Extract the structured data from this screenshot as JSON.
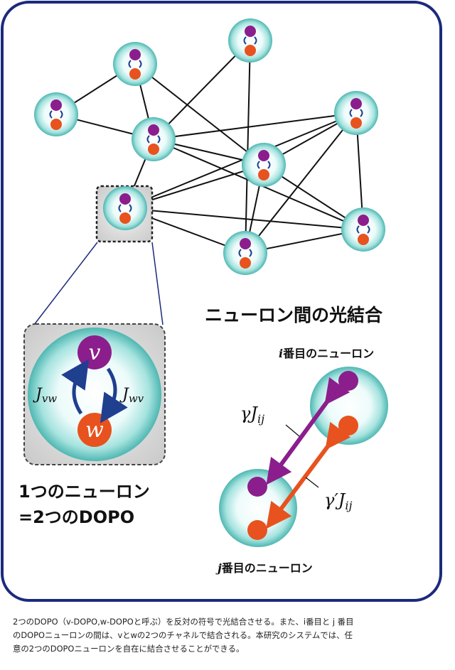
{
  "colors": {
    "frame": "#1b2a7c",
    "purple": "#8b1e8c",
    "orange": "#e8521e",
    "arrow_blue": "#1f3f8f",
    "cell_edge": "#4fb7b2",
    "cell_center": "#ffffff"
  },
  "icons": {
    "cell": "neuron-cell-icon",
    "arrow": "double-headed-arrow-icon"
  },
  "network": {
    "edges_count": 26
  },
  "magnified_neuron": {
    "v_label": "v",
    "w_label": "w",
    "j_vw_main": "J",
    "j_vw_sub": "vw",
    "j_wv_main": "J",
    "j_wv_sub": "wv"
  },
  "left_heading": {
    "line1": "1つのニューロン",
    "line2": "=2つのDOPO"
  },
  "coupling": {
    "title": "ニューロン間の光結合",
    "i_letter": "i",
    "i_rest": "番目のニューロン",
    "j_letter": "j",
    "j_rest": "番目のニューロン",
    "gamma_main": "γJ",
    "gamma_sub": "ij",
    "gammap_main": "γ′J",
    "gammap_sub": "ij"
  },
  "caption": {
    "line1": "2つのDOPO（v-DOPO,w-DOPOと呼ぶ）を反対の符号で光結合させる。また、i番目と j 番目",
    "line2": "のDOPOニューロンの間は、vとwの2つのチャネルで結合される。本研究のシステムでは、任",
    "line3": "意の2つのDOPOニューロンを自在に結合させることができる。"
  }
}
